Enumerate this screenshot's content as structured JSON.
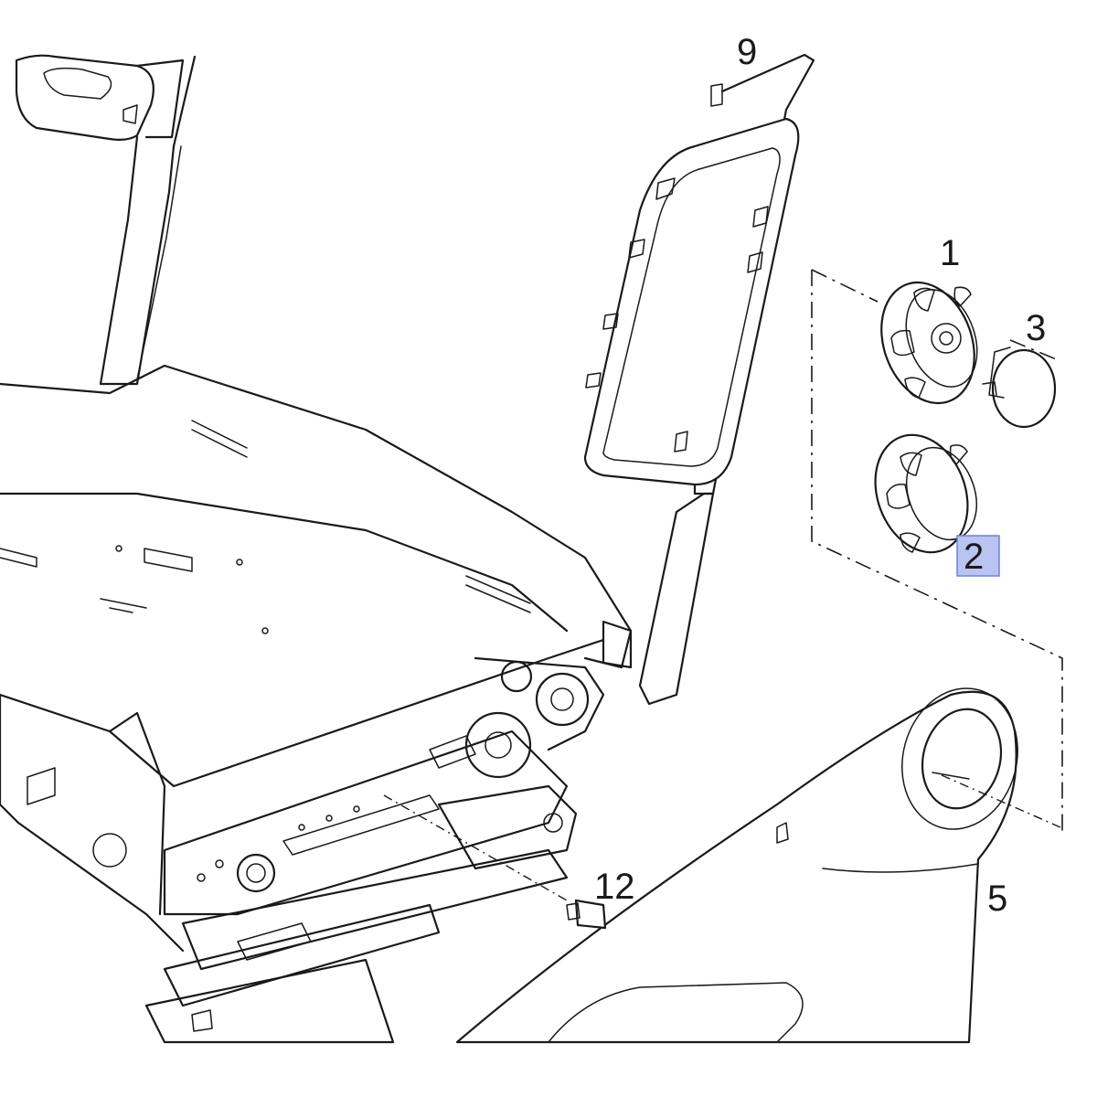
{
  "callouts": {
    "c1": "1",
    "c2": "2",
    "c3": "3",
    "c5": "5",
    "c12": "12",
    "c_top": "9"
  },
  "highlight": {
    "callout": "2",
    "color": "#b9c4f0",
    "border_color": "#6f82d8"
  },
  "colors": {
    "line": "#1a1a1a",
    "background": "#ffffff"
  }
}
